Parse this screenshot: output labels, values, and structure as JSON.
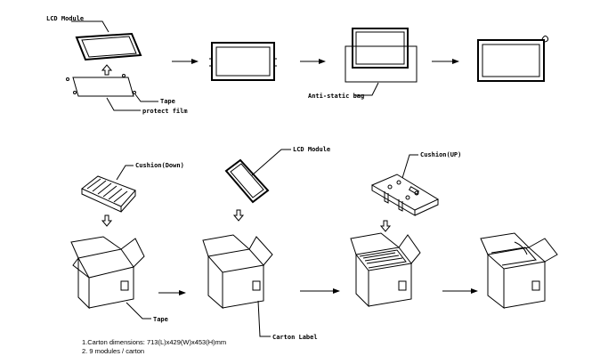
{
  "labels": {
    "lcd_module_top": "LCD Module",
    "tape_top": "Tape",
    "protect_film": "protect film",
    "anti_static_bag": "Anti-static bag",
    "cushion_down": "Cushion(Down)",
    "lcd_module_mid": "LCD Module",
    "cushion_up": "Cushion(UP)",
    "tape_bottom": "Tape",
    "carton_label": "Carton Label"
  },
  "notes": {
    "line1": "1.Carton dimensions: 713(L)x429(W)x453(H)mm",
    "line2": "2. 9 modules / carton"
  }
}
